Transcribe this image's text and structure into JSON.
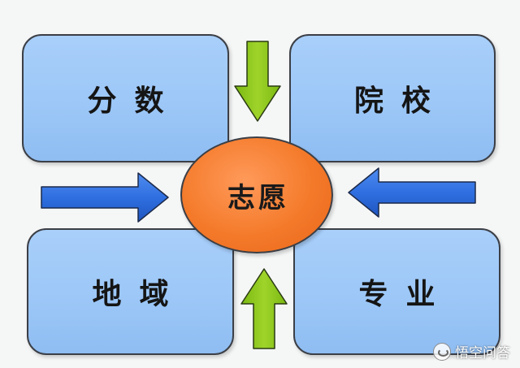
{
  "boxes": {
    "top_left": "分数",
    "top_right": "院校",
    "bottom_left": "地域",
    "bottom_right": "专业"
  },
  "center": "志愿",
  "colors": {
    "box_fill": "#9cc7f7",
    "center_fill": "#f47a2a",
    "arrow_blue": "#2f6fe0",
    "arrow_green": "#8cc21b"
  },
  "watermark": "悟空问答"
}
